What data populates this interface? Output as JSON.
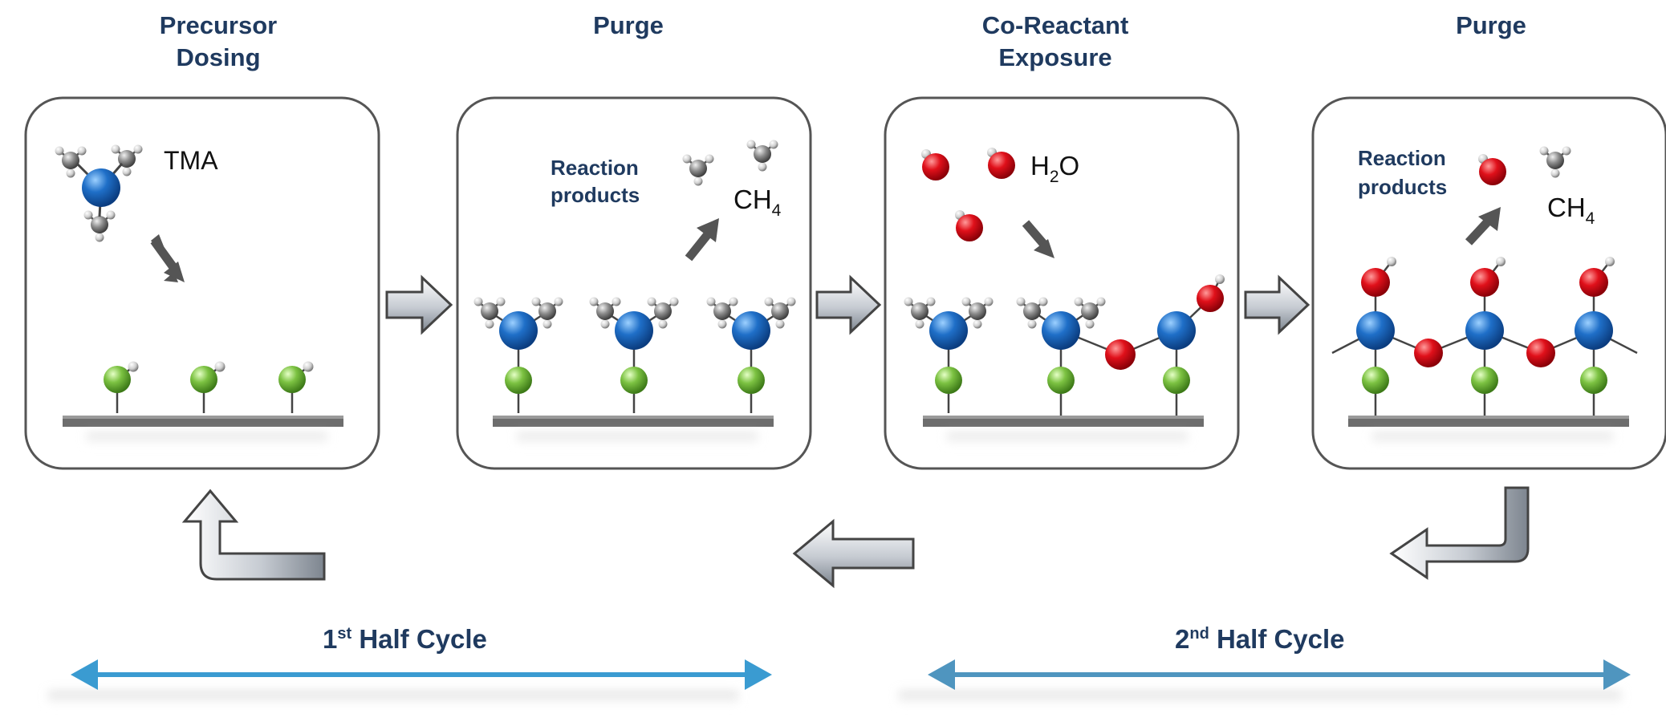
{
  "steps": [
    {
      "title_line1": "Precursor",
      "title_line2": "Dosing",
      "molecule_label": "TMA"
    },
    {
      "title_line1": "Purge",
      "title_line2": "",
      "products_line1": "Reaction",
      "products_line2": "products",
      "gas_main": "CH",
      "gas_sub": "4"
    },
    {
      "title_line1": "Co-Reactant",
      "title_line2": "Exposure",
      "gas_main1": "H",
      "gas_sub": "2",
      "gas_main2": "O"
    },
    {
      "title_line1": "Purge",
      "title_line2": "",
      "products_line1": "Reaction",
      "products_line2": "products",
      "gas_main": "CH",
      "gas_sub": "4"
    }
  ],
  "half_cycles": [
    {
      "ordinal": "1",
      "sup": "st",
      "label": " Half Cycle"
    },
    {
      "ordinal": "2",
      "sup": "nd",
      "label": " Half Cycle"
    }
  ],
  "colors": {
    "title": "#1f3a5f",
    "metal": "#1f6fc8",
    "oxygen": "#e0101a",
    "hydroxyl_base": "#7cc242",
    "carbon": "#8c8c8c",
    "hydrogen": "#d9d9d9",
    "cycle_arrow": "#3a9bd1"
  }
}
